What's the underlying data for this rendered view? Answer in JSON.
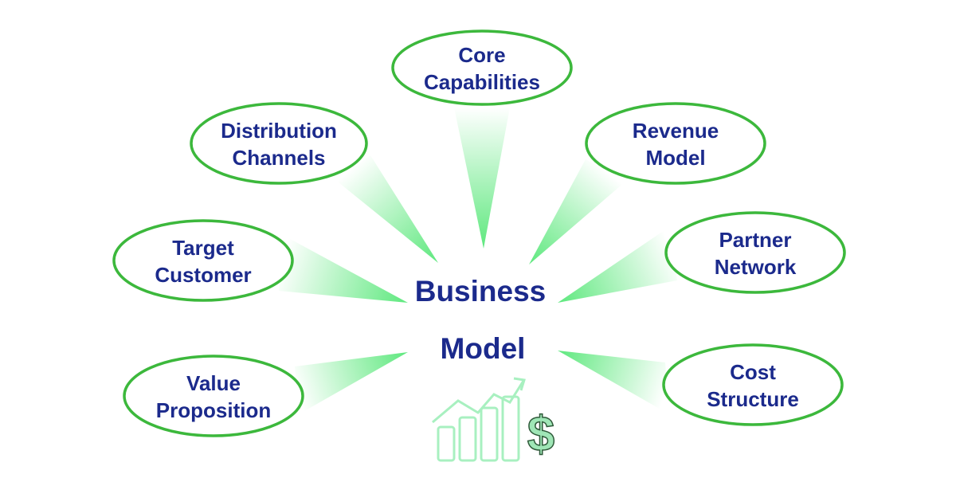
{
  "title": {
    "line1": "Business",
    "line2": "Model"
  },
  "nodes": [
    {
      "id": "core-capabilities",
      "lines": [
        "Core",
        "Capabilities"
      ]
    },
    {
      "id": "distribution-channels",
      "lines": [
        "Distribution",
        "Channels"
      ]
    },
    {
      "id": "revenue-model",
      "lines": [
        "Revenue",
        "Model"
      ]
    },
    {
      "id": "target-customer",
      "lines": [
        "Target",
        "Customer"
      ]
    },
    {
      "id": "partner-network",
      "lines": [
        "Partner",
        "Network"
      ]
    },
    {
      "id": "value-proposition",
      "lines": [
        "Value",
        "Proposition"
      ]
    },
    {
      "id": "cost-structure",
      "lines": [
        "Cost",
        "Structure"
      ]
    }
  ],
  "icons": [
    "growth-chart-icon",
    "dollar-sign-icon"
  ],
  "colors": {
    "text": "#1b2a8c",
    "ellipse_stroke": "#3cb83c",
    "beam": "#5ee87e",
    "chart": "#a8f0c0"
  }
}
